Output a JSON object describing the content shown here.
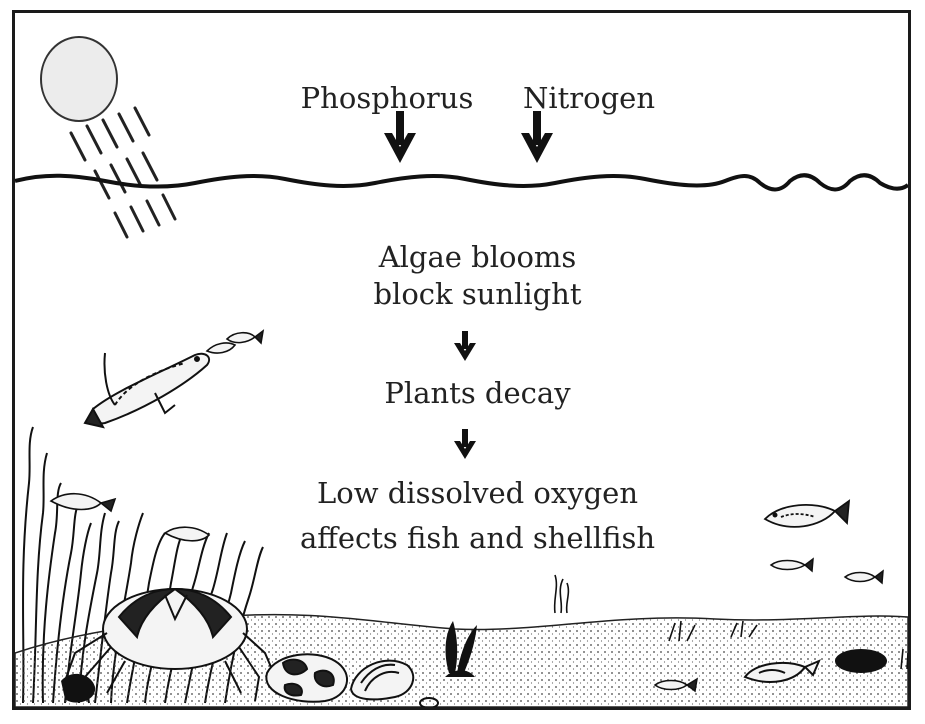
{
  "inputs": {
    "phosphorus": "Phosphorus",
    "nitrogen": "Nitrogen"
  },
  "steps": {
    "algae_line1": "Algae blooms",
    "algae_line2": "block sunlight",
    "decay": "Plants decay",
    "oxygen_line1": "Low dissolved oxygen",
    "oxygen_line2": "affects fish and shellfish"
  },
  "icons": [
    "sun-icon",
    "sunlight-rays",
    "water-surface",
    "down-arrow-icon",
    "fish-icon",
    "crab-icon",
    "seagrass",
    "shell-icon",
    "seafloor"
  ]
}
